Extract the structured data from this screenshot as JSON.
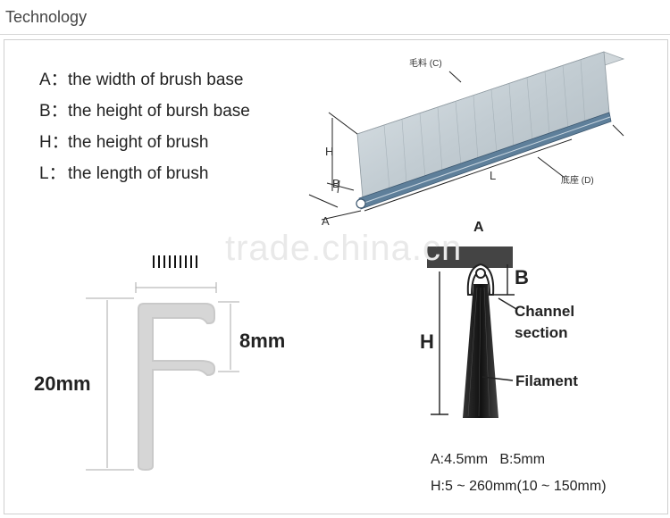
{
  "header": {
    "title": "Technology"
  },
  "definitions": [
    {
      "key": "A：",
      "text": "the width of brush base"
    },
    {
      "key": "B：",
      "text": "the height of bursh base"
    },
    {
      "key": "H：",
      "text": "the height of brush"
    },
    {
      "key": "L：",
      "text": "the length of brush"
    }
  ],
  "brush3d": {
    "bristle_label": "毛料 (C)",
    "base_label": "底座 (D)",
    "H": "H",
    "B": "B",
    "A": "A",
    "L": "L"
  },
  "watermark": "trade.china.cn",
  "profile": {
    "height_label": "20mm",
    "channel_label": "8mm"
  },
  "cross_section": {
    "A": "A",
    "B": "B",
    "H": "H",
    "channel_label_1": "Channel",
    "channel_label_2": "section",
    "filament_label": "Filament",
    "spec_line_1": "A:4.5mm   B:5mm",
    "spec_line_2": "H:5 ~ 260mm(10 ~ 150mm)"
  }
}
